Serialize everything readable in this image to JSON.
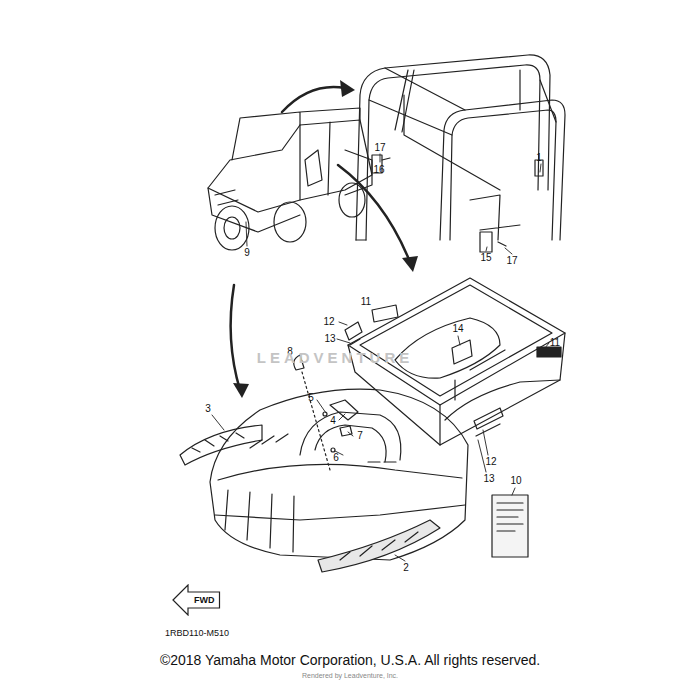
{
  "diagram": {
    "caption": "©2018 Yamaha Motor Corporation, U.S.A. All rights reserved.",
    "nodes": [
      {
        "text": [
          "FWD"
        ]
      }
    ],
    "labels": [
      "17",
      "16",
      "1",
      "9",
      "11",
      "12",
      "13",
      "8",
      "14",
      "11",
      "5",
      "4",
      "7",
      "6",
      "3",
      "12",
      "13",
      "10",
      "2",
      "15",
      "17",
      "1RBD110-M510",
      "LEADVENTURE",
      "Rendered by Leadventure, Inc."
    ]
  }
}
